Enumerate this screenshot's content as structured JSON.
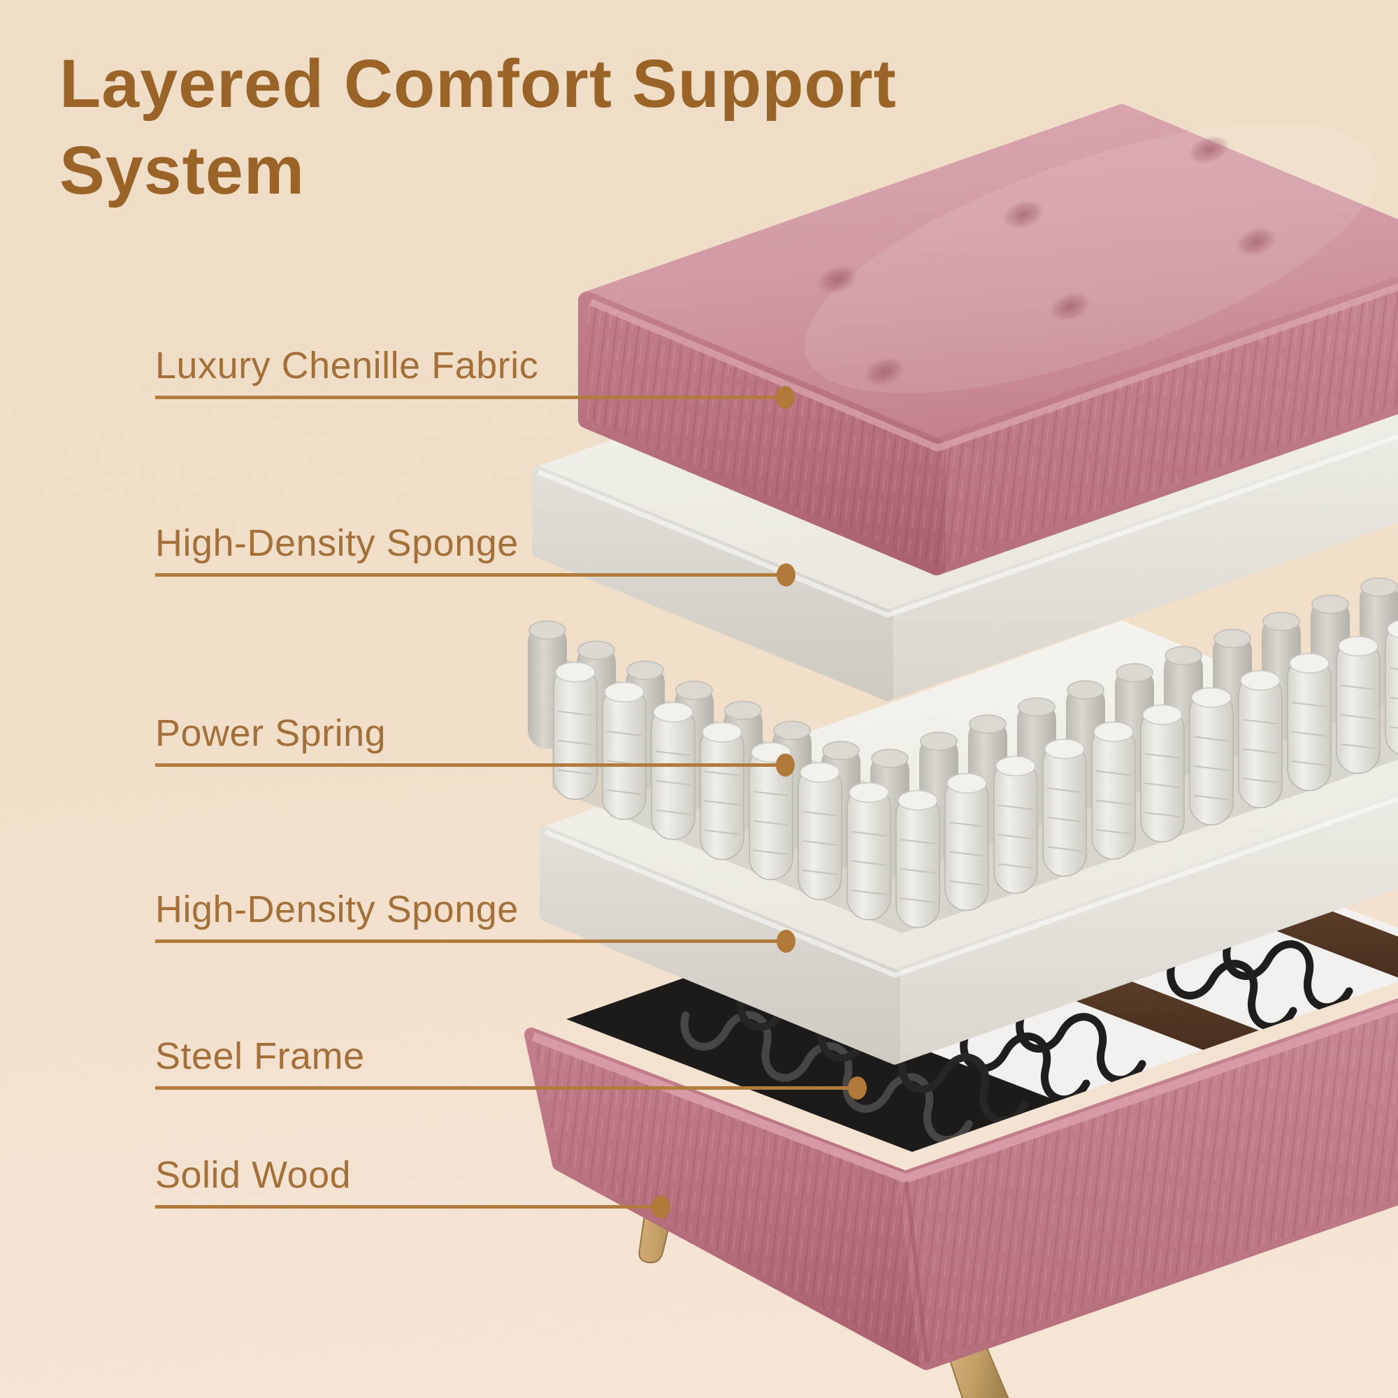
{
  "title": {
    "text": "Layered Comfort Support System"
  },
  "labels": [
    {
      "text": "Luxury Chenille Fabric"
    },
    {
      "text": "High-Density Sponge"
    },
    {
      "text": "Power Spring"
    },
    {
      "text": "High-Density Sponge"
    },
    {
      "text": "Steel Frame"
    },
    {
      "text": "Solid Wood"
    }
  ],
  "diagram": {
    "layers_top_to_bottom": [
      "Luxury Chenille Fabric",
      "High-Density Sponge",
      "Power Spring",
      "High-Density Sponge",
      "Steel Frame",
      "Solid Wood"
    ]
  },
  "colors": {
    "background_beige": "#f2dfc8",
    "title_brown": "#9a6428",
    "label_brown": "#a4703a",
    "leader_line_brown": "#b07b3d",
    "leader_dot_brown": "#b0793a",
    "fabric_pink": "#cc8a95",
    "sponge_white": "#f1efe9",
    "spring_gray": "#e6e4df",
    "interior_black": "#181716",
    "wood_slat_brown": "#5e3d28",
    "leg_wood": "#c9a871"
  }
}
